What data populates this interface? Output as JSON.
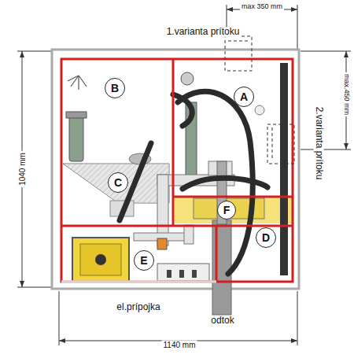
{
  "diagram": {
    "nodes": [
      {
        "text": [
          "B"
        ]
      },
      {
        "text": [
          "A"
        ]
      },
      {
        "text": [
          "C"
        ]
      },
      {
        "text": [
          "F"
        ]
      },
      {
        "text": [
          "D"
        ]
      },
      {
        "text": [
          "E"
        ]
      }
    ],
    "labels": [
      "max 350 mm",
      "1.varianta prítoku",
      "max.450 mm",
      "2.varianta prítoku",
      "1040 mm",
      "el.prípojka",
      "odtok",
      "1140 mm"
    ]
  }
}
